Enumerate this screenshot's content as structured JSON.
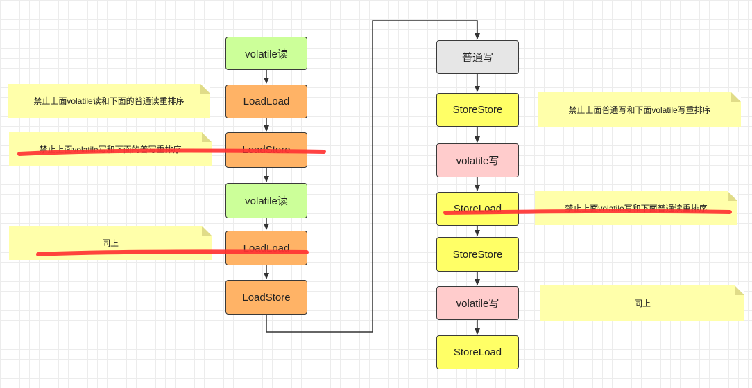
{
  "left_column": [
    {
      "label": "volatile读"
    },
    {
      "label": "LoadLoad"
    },
    {
      "label": "LoadStore"
    },
    {
      "label": "volatile读"
    },
    {
      "label": "LoadLoad"
    },
    {
      "label": "LoadStore"
    }
  ],
  "right_column": [
    {
      "label": "普通写"
    },
    {
      "label": "StoreStore"
    },
    {
      "label": "volatile写"
    },
    {
      "label": "StoreLoad"
    },
    {
      "label": "StoreStore"
    },
    {
      "label": "volatile写"
    },
    {
      "label": "StoreLoad"
    }
  ],
  "notes": [
    {
      "text": "禁止上面volatile读和下面的普通读重排序"
    },
    {
      "text": "禁止上面volatile写和下面的普写重排序"
    },
    {
      "text": "同上"
    },
    {
      "text": "禁止上面普通写和下面volatile写重排序"
    },
    {
      "text": "禁止上面volatile写和下面普通读重排序"
    },
    {
      "text": "同上"
    }
  ],
  "colors": {
    "green": "#ccff99",
    "orange": "#ffb366",
    "gray": "#e6e6e6",
    "yellow": "#ffff66",
    "pink": "#ffcccc",
    "note": "#ffffaa",
    "strike": "#ff3333"
  }
}
